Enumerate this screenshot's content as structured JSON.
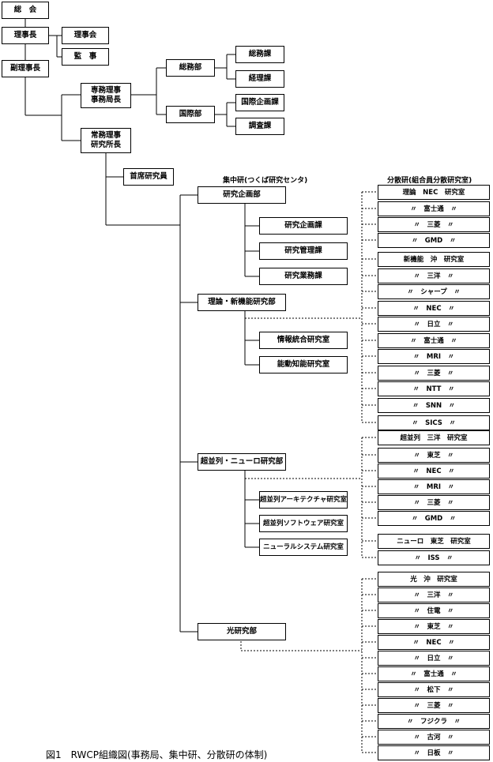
{
  "main": {
    "sokai": "総　会",
    "rijicho": "理事長",
    "rijikai": "理事会",
    "kanji": "監　事",
    "fukurijicho": "副理事長",
    "senmu": [
      "専務理事",
      "事務局長"
    ],
    "jomu": [
      "常務理事",
      "研究所長"
    ],
    "soumubu": "総務部",
    "kokusaibu": "国際部",
    "soumuka": "総務課",
    "keirika": "経理課",
    "kokusaikikaku": "国際企画課",
    "chosaka": "調査課",
    "shuseki": "首席研究員"
  },
  "labels": {
    "central": "集中研(つくば研究センタ)",
    "dist": "分散研(組合員分散研究室)"
  },
  "central": {
    "kikakubu": "研究企画部",
    "kikakuka": "研究企画課",
    "kanrika": "研究管理課",
    "gyomuka": "研究業務課",
    "riron": "理論・新機能研究部",
    "joho": "情報統合研究室",
    "nodo": "能動知能研究室",
    "heiretsu": "超並列・ニューロ研究部",
    "arch": "超並列アーキテクチャ研究室",
    "soft": "超並列ソフトウェア研究室",
    "neural": "ニューラルシステム研究室",
    "hikari": "光研究部"
  },
  "dist": {
    "g1": [
      "理論　NEC　研究室",
      "〃　富士通　〃",
      "〃　三菱　〃",
      "〃　GMD　〃"
    ],
    "g2": [
      "新機能　沖　研究室",
      "〃　三洋　〃",
      "〃　シャープ　〃",
      "〃　NEC　〃",
      "〃　日立　〃",
      "〃　富士通　〃",
      "〃　MRI　〃",
      "〃　三菱　〃",
      "〃　NTT　〃",
      "〃　SNN　〃",
      "〃　SICS　〃"
    ],
    "g3": [
      "超並列　三洋　研究室",
      "〃　東芝　〃",
      "〃　NEC　〃",
      "〃　MRI　〃",
      "〃　三菱　〃",
      "〃　GMD　〃"
    ],
    "g4": [
      "ニューロ　東芝　研究室",
      "〃　ISS　〃"
    ],
    "g5": [
      "光　沖　研究室",
      "〃　三洋　〃",
      "〃　住電　〃",
      "〃　東芝　〃",
      "〃　NEC　〃",
      "〃　日立　〃",
      "〃　富士通　〃",
      "〃　松下　〃",
      "〃　三菱　〃",
      "〃　フジクラ　〃",
      "〃　古河　〃",
      "〃　日板　〃"
    ]
  },
  "caption": "図1　RWCP組織図(事務局、集中研、分散研の体制)"
}
